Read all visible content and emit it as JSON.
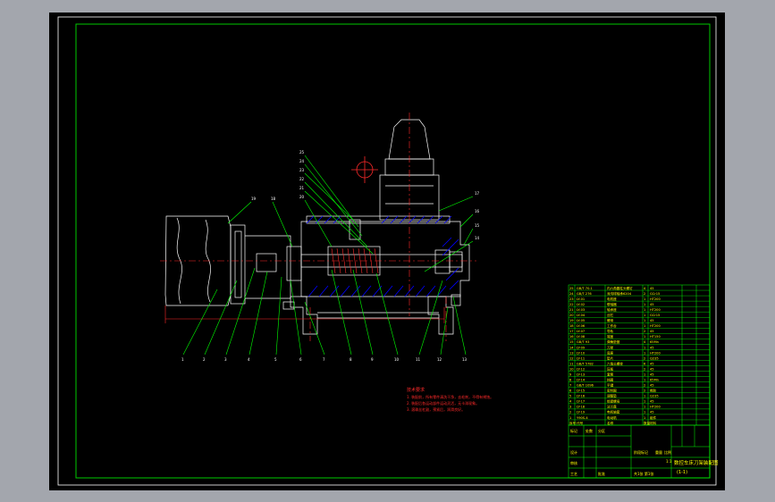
{
  "colors": {
    "background": "#a3a6ad",
    "viewport": "#000000",
    "frame": "#00c800",
    "geometry": "#ffffff",
    "leader": "#00ff00",
    "center": "#ff2a2a",
    "hatch": "#0000ff",
    "title_block_text": "#ffff00",
    "notes": "#ff2a2a"
  },
  "callouts_top": [
    "25",
    "24",
    "23",
    "22",
    "21",
    "20",
    "19",
    "18",
    "17",
    "16",
    "15",
    "14"
  ],
  "callouts_bottom": [
    "1",
    "2",
    "3",
    "4",
    "5",
    "6",
    "7",
    "8",
    "9",
    "10",
    "11",
    "12",
    "13"
  ],
  "notes": {
    "heading": "技术要求",
    "lines": [
      "1. 装配前，所有零件清洗干净，去毛刺，不得有锈蚀。",
      "2. 装配后各运动部件运动灵活，无卡滞现象。",
      "3. 滚珠丝杠副，预紧后，润滑良好。"
    ]
  },
  "bom": {
    "rows": [
      {
        "no": "25",
        "code": "GB/T 70.1",
        "name": "内六角圆柱头螺钉",
        "qty": "4",
        "material": "45"
      },
      {
        "no": "24",
        "code": "GB/T 276",
        "name": "深沟球轴承6204",
        "qty": "2",
        "material": "GCr15"
      },
      {
        "no": "23",
        "code": "LY-01",
        "name": "电机座",
        "qty": "1",
        "material": "HT200"
      },
      {
        "no": "22",
        "code": "LY-02",
        "name": "联轴器",
        "qty": "1",
        "material": "45"
      },
      {
        "no": "21",
        "code": "LY-03",
        "name": "轴承座",
        "qty": "1",
        "material": "HT200"
      },
      {
        "no": "20",
        "code": "LY-04",
        "name": "丝杠",
        "qty": "1",
        "material": "GCr15"
      },
      {
        "no": "19",
        "code": "LY-05",
        "name": "螺母",
        "qty": "1",
        "material": "45"
      },
      {
        "no": "18",
        "code": "LY-06",
        "name": "工作台",
        "qty": "1",
        "material": "HT200"
      },
      {
        "no": "17",
        "code": "LY-07",
        "name": "导轨",
        "qty": "2",
        "material": "45"
      },
      {
        "no": "16",
        "code": "LY-08",
        "name": "端盖",
        "qty": "1",
        "material": "HT150"
      },
      {
        "no": "15",
        "code": "GB/T 93",
        "name": "弹簧垫圈",
        "qty": "4",
        "material": "65Mn"
      },
      {
        "no": "14",
        "code": "LY-09",
        "name": "刀架",
        "qty": "1",
        "material": "45"
      },
      {
        "no": "13",
        "code": "LY-10",
        "name": "底座",
        "qty": "1",
        "material": "HT200"
      },
      {
        "no": "12",
        "code": "LY-11",
        "name": "垫片",
        "qty": "2",
        "material": "Q235"
      },
      {
        "no": "11",
        "code": "GB/T 5782",
        "name": "六角头螺栓",
        "qty": "6",
        "material": "45"
      },
      {
        "no": "10",
        "code": "LY-12",
        "name": "压板",
        "qty": "2",
        "material": "45"
      },
      {
        "no": "9",
        "code": "LY-13",
        "name": "套筒",
        "qty": "1",
        "material": "45"
      },
      {
        "no": "8",
        "code": "LY-14",
        "name": "挡圈",
        "qty": "1",
        "material": "65Mn"
      },
      {
        "no": "7",
        "code": "GB/T 1096",
        "name": "平键",
        "qty": "2",
        "material": "45"
      },
      {
        "no": "6",
        "code": "LY-15",
        "name": "密封圈",
        "qty": "2",
        "material": "橡胶"
      },
      {
        "no": "5",
        "code": "LY-16",
        "name": "调整垫",
        "qty": "1",
        "material": "Q235"
      },
      {
        "no": "4",
        "code": "LY-17",
        "name": "锁紧螺母",
        "qty": "1",
        "material": "45"
      },
      {
        "no": "3",
        "code": "LY-18",
        "name": "法兰盘",
        "qty": "1",
        "material": "HT200"
      },
      {
        "no": "2",
        "code": "LY-19",
        "name": "电机轴套",
        "qty": "1",
        "material": "45"
      },
      {
        "no": "1",
        "code": "Y90S-4",
        "name": "电动机",
        "qty": "1",
        "material": "组件"
      }
    ],
    "header": {
      "no": "序号",
      "code": "代号",
      "name": "名称",
      "qty": "数量",
      "material": "材料"
    }
  },
  "title_block": {
    "title": "数控车床刀架装配图",
    "drawing_no": "(1-1)",
    "labels": [
      "标记",
      "处数",
      "分区",
      "设计",
      "审核",
      "工艺",
      "批准",
      "阶段标记",
      "重量",
      "比例",
      "共1张 第1张"
    ],
    "scale": "1:1"
  }
}
